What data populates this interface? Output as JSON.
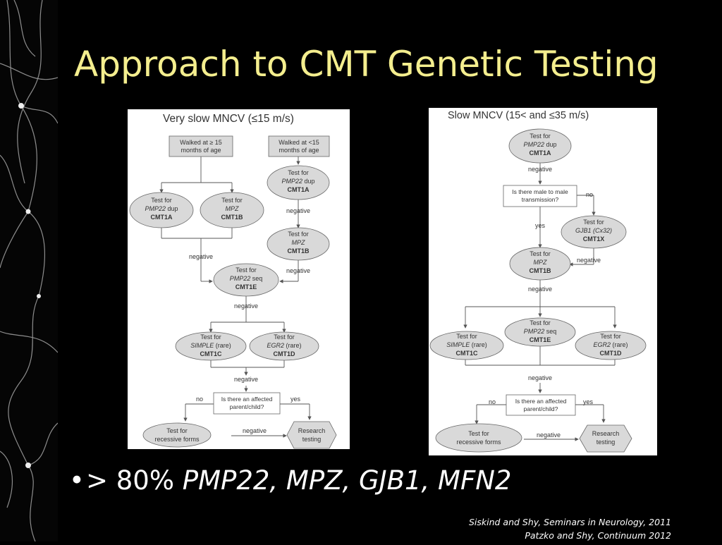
{
  "title": "Approach to CMT Genetic Testing",
  "left_flowchart": {
    "heading": "Very slow MNCV (≤15 m/s)",
    "walked_ge15": [
      "Walked at ≥ 15",
      "months of age"
    ],
    "walked_lt15": [
      "Walked at <15",
      "months of age"
    ],
    "test_for": "Test for",
    "pmp22_dup_gene": "PMP22",
    "pmp22_dup_suffix": " dup",
    "cmt1a": "CMT1A",
    "mpz_gene": "MPZ",
    "cmt1b": "CMT1B",
    "pmp22_seq_gene": "PMP22",
    "pmp22_seq_suffix": " seq",
    "cmt1e": "CMT1E",
    "simple_gene": "SIMPLE",
    "simple_suffix": " (rare)",
    "cmt1c": "CMT1C",
    "egr2_gene": "EGR2",
    "egr2_suffix": " (rare)",
    "cmt1d": "CMT1D",
    "negative": "negative",
    "affected_question": [
      "Is there an affected",
      "parent/child?"
    ],
    "no": "no",
    "yes": "yes",
    "recessive": [
      "Test for",
      "recessive forms"
    ],
    "research": [
      "Research",
      "testing"
    ]
  },
  "right_flowchart": {
    "heading": "Slow MNCV (15< and ≤35 m/s)",
    "test_for": "Test for",
    "pmp22_dup_gene": "PMP22",
    "pmp22_dup_suffix": " dup",
    "cmt1a": "CMT1A",
    "negative": "negative",
    "male_question": [
      "Is there male to male",
      "transmission?"
    ],
    "no": "no",
    "yes": "yes",
    "gjb1_gene": "GJB1",
    "cx32": "(Cx32)",
    "cmt1x": "CMT1X",
    "mpz_gene": "MPZ",
    "cmt1b": "CMT1B",
    "simple_gene": "SIMPLE",
    "simple_suffix": " (rare)",
    "cmt1c": "CMT1C",
    "pmp22_seq_gene": "PMP22",
    "pmp22_seq_suffix": " seq",
    "cmt1e": "CMT1E",
    "egr2_gene": "EGR2",
    "egr2_suffix": " (rare)",
    "cmt1d": "CMT1D",
    "affected_question": [
      "Is there an affected",
      "parent/child?"
    ],
    "recessive": [
      "Test for",
      "recessive forms"
    ],
    "research": [
      "Research",
      "testing"
    ]
  },
  "bullet": {
    "prefix": "> 80% ",
    "genes": "PMP22, MPZ, GJB1, MFN2"
  },
  "citations": [
    "Siskind and Shy, Seminars in Neurology, 2011",
    "Patzko and Shy, Continuum 2012"
  ],
  "colors": {
    "title": "#f4ee8e",
    "node_fill": "#d9d9d9",
    "node_stroke": "#666666"
  }
}
